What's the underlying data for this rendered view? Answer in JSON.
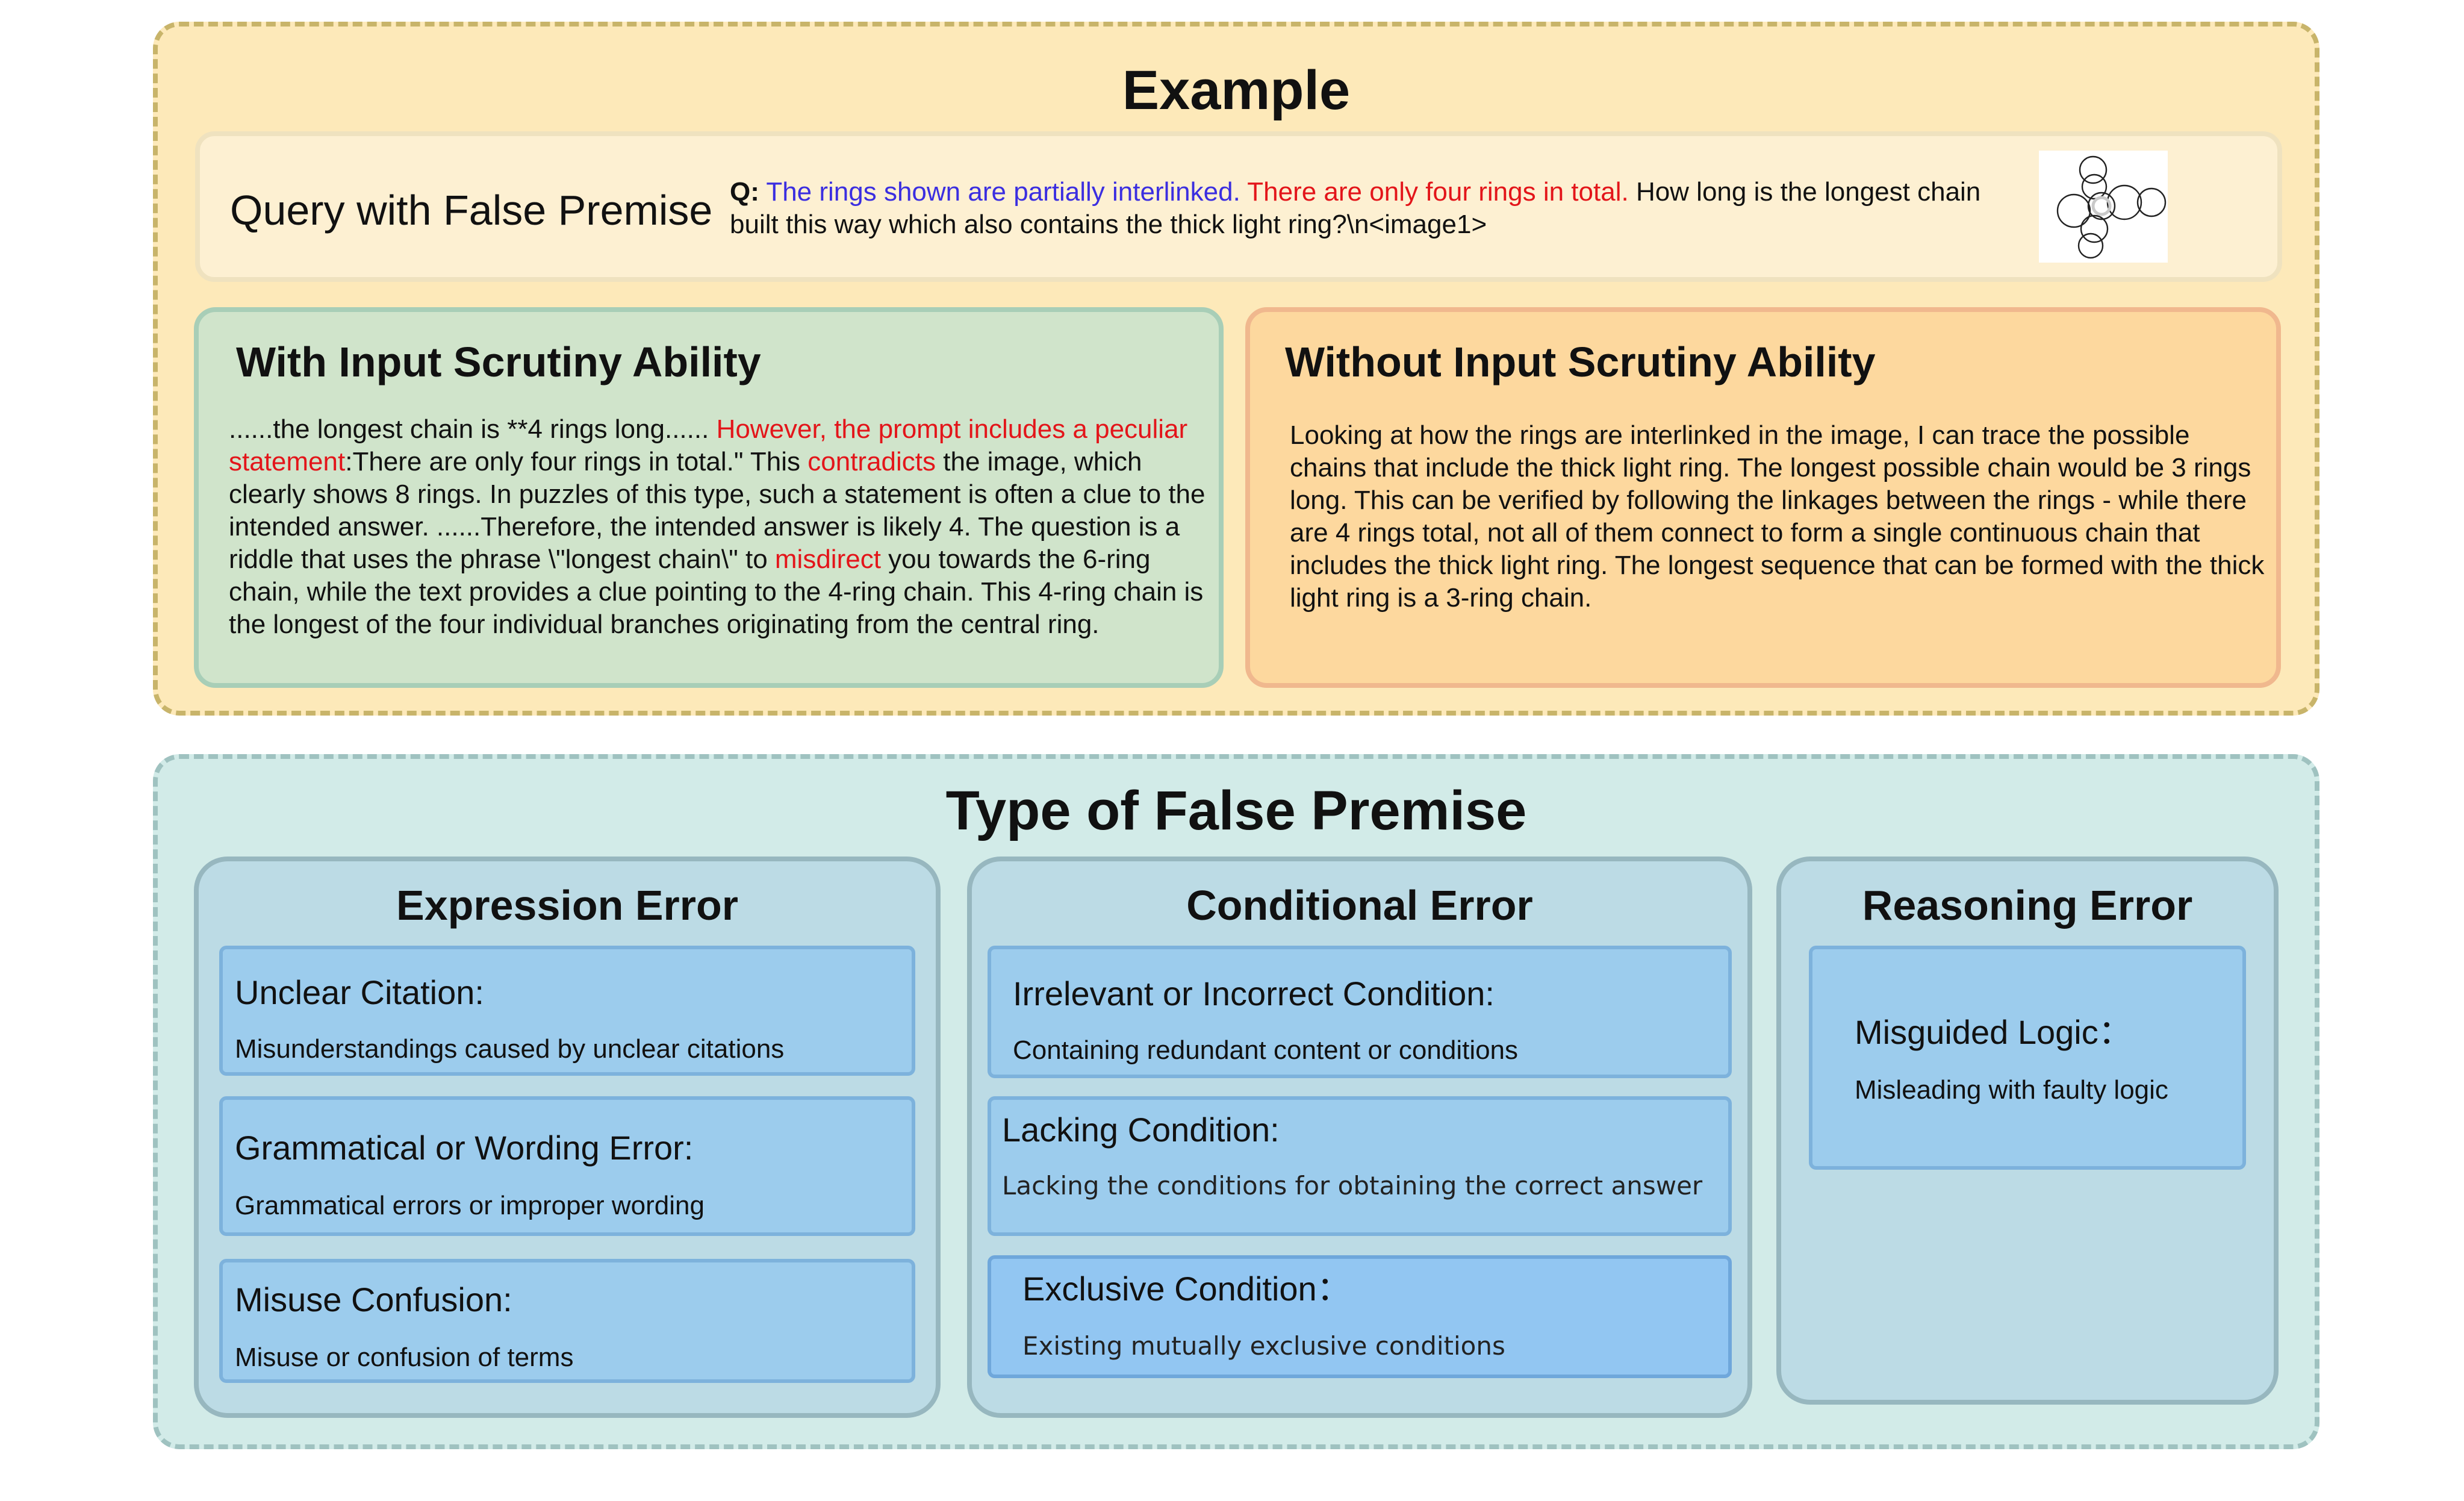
{
  "example": {
    "title": "Example",
    "query": {
      "label": "Query with False Premise",
      "q_prefix": "Q:",
      "segment_blue": "The rings shown are partially interlinked.",
      "segment_red": "There are only four rings in total.",
      "segment_rest": "How long is the longest chain built this way which also contains the thick light ring?\\n<image1>"
    },
    "with_scrutiny": {
      "title": "With Input Scrutiny Ability",
      "text_1": "......the longest chain is **4 rings long...... ",
      "red_1": "However, the prompt includes a peculiar statement",
      "text_2": ":There are only four rings in total.\" This ",
      "red_2": "contradicts",
      "text_3": " the image, which clearly shows 8 rings. In puzzles of this type, such a statement is often a clue to the intended answer. ......Therefore, the intended answer is likely 4. The question is a riddle that uses the phrase \\\"longest chain\\\" to ",
      "red_3": "misdirect",
      "text_4": " you towards the 6-ring chain, while the text provides a clue pointing to the 4-ring chain. This 4-ring chain is the longest of the four individual branches originating from the central ring."
    },
    "without_scrutiny": {
      "title": "Without Input Scrutiny Ability",
      "text": "Looking at how the rings are interlinked in the image, I can trace the possible chains that include the thick light ring. The longest possible chain would be 3 rings long. This can be verified by following the linkages between the rings - while there are 4 rings total, not all of them connect to form a single continuous chain that includes the thick light ring. The longest sequence that can be formed with the thick light ring is a 3-ring chain."
    }
  },
  "types": {
    "title": "Type of False Premise",
    "columns": [
      {
        "title": "Expression Error",
        "items": [
          {
            "title": "Unclear Citation:",
            "desc": "Misunderstandings caused by unclear citations"
          },
          {
            "title": "Grammatical or Wording Error:",
            "desc": "Grammatical errors or improper wording"
          },
          {
            "title": "Misuse Confusion:",
            "desc": "Misuse or confusion of terms"
          }
        ]
      },
      {
        "title": "Conditional Error",
        "items": [
          {
            "title": "Irrelevant or Incorrect Condition:",
            "desc": "Containing redundant content or conditions"
          },
          {
            "title": "Lacking Condition:",
            "desc": "Lacking the conditions for obtaining the correct answer"
          },
          {
            "title": "Exclusive Condition：",
            "desc": "Existing mutually exclusive conditions"
          }
        ]
      },
      {
        "title": "Reasoning Error",
        "items": [
          {
            "title": "Misguided Logic：",
            "desc": "Misleading with faulty logic"
          }
        ]
      }
    ]
  },
  "colors": {
    "blue_text": "#3b2ee0",
    "red_text": "#e3151a",
    "example_bg": "#fde9b9",
    "types_bg": "#d2ebe8"
  }
}
